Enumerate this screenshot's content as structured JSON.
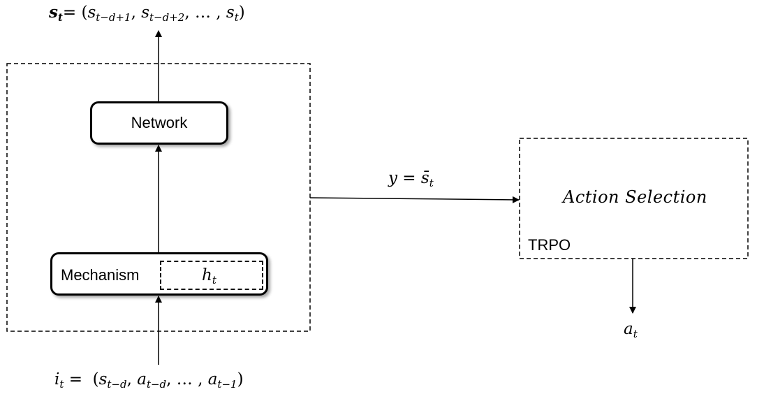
{
  "diagram": {
    "top_formula": {
      "bold_symbol": "s",
      "bold_sub": "t",
      "rhs_open": "= (",
      "t1": "s",
      "t1_sub": "t−d+1",
      "sep1": ", ",
      "t2": "s",
      "t2_sub": "t−d+2",
      "sep2": ", … , ",
      "t3": "s",
      "t3_sub": "t",
      "rhs_close": ")"
    },
    "network_label": "Network",
    "mechanism_label": "Mechanism",
    "hidden_state": {
      "symbol": "h",
      "sub": "t"
    },
    "link_label": {
      "lhs": "y",
      "eq": " = ",
      "rhs": "s̄",
      "sub": "t"
    },
    "action_selection_label": "Action Selection",
    "trpo_label": "TRPO",
    "action_output": {
      "symbol": "a",
      "sub": "t"
    },
    "input_formula": {
      "symbol": "i",
      "sub": "t",
      "rhs_open": " =  (",
      "t1": "s",
      "t1_sub": "t−d",
      "sep1": ", ",
      "t2": "a",
      "t2_sub": "t−d",
      "sep2": ", … , ",
      "t3": "a",
      "t3_sub": "t−1",
      "rhs_close": ")"
    }
  }
}
